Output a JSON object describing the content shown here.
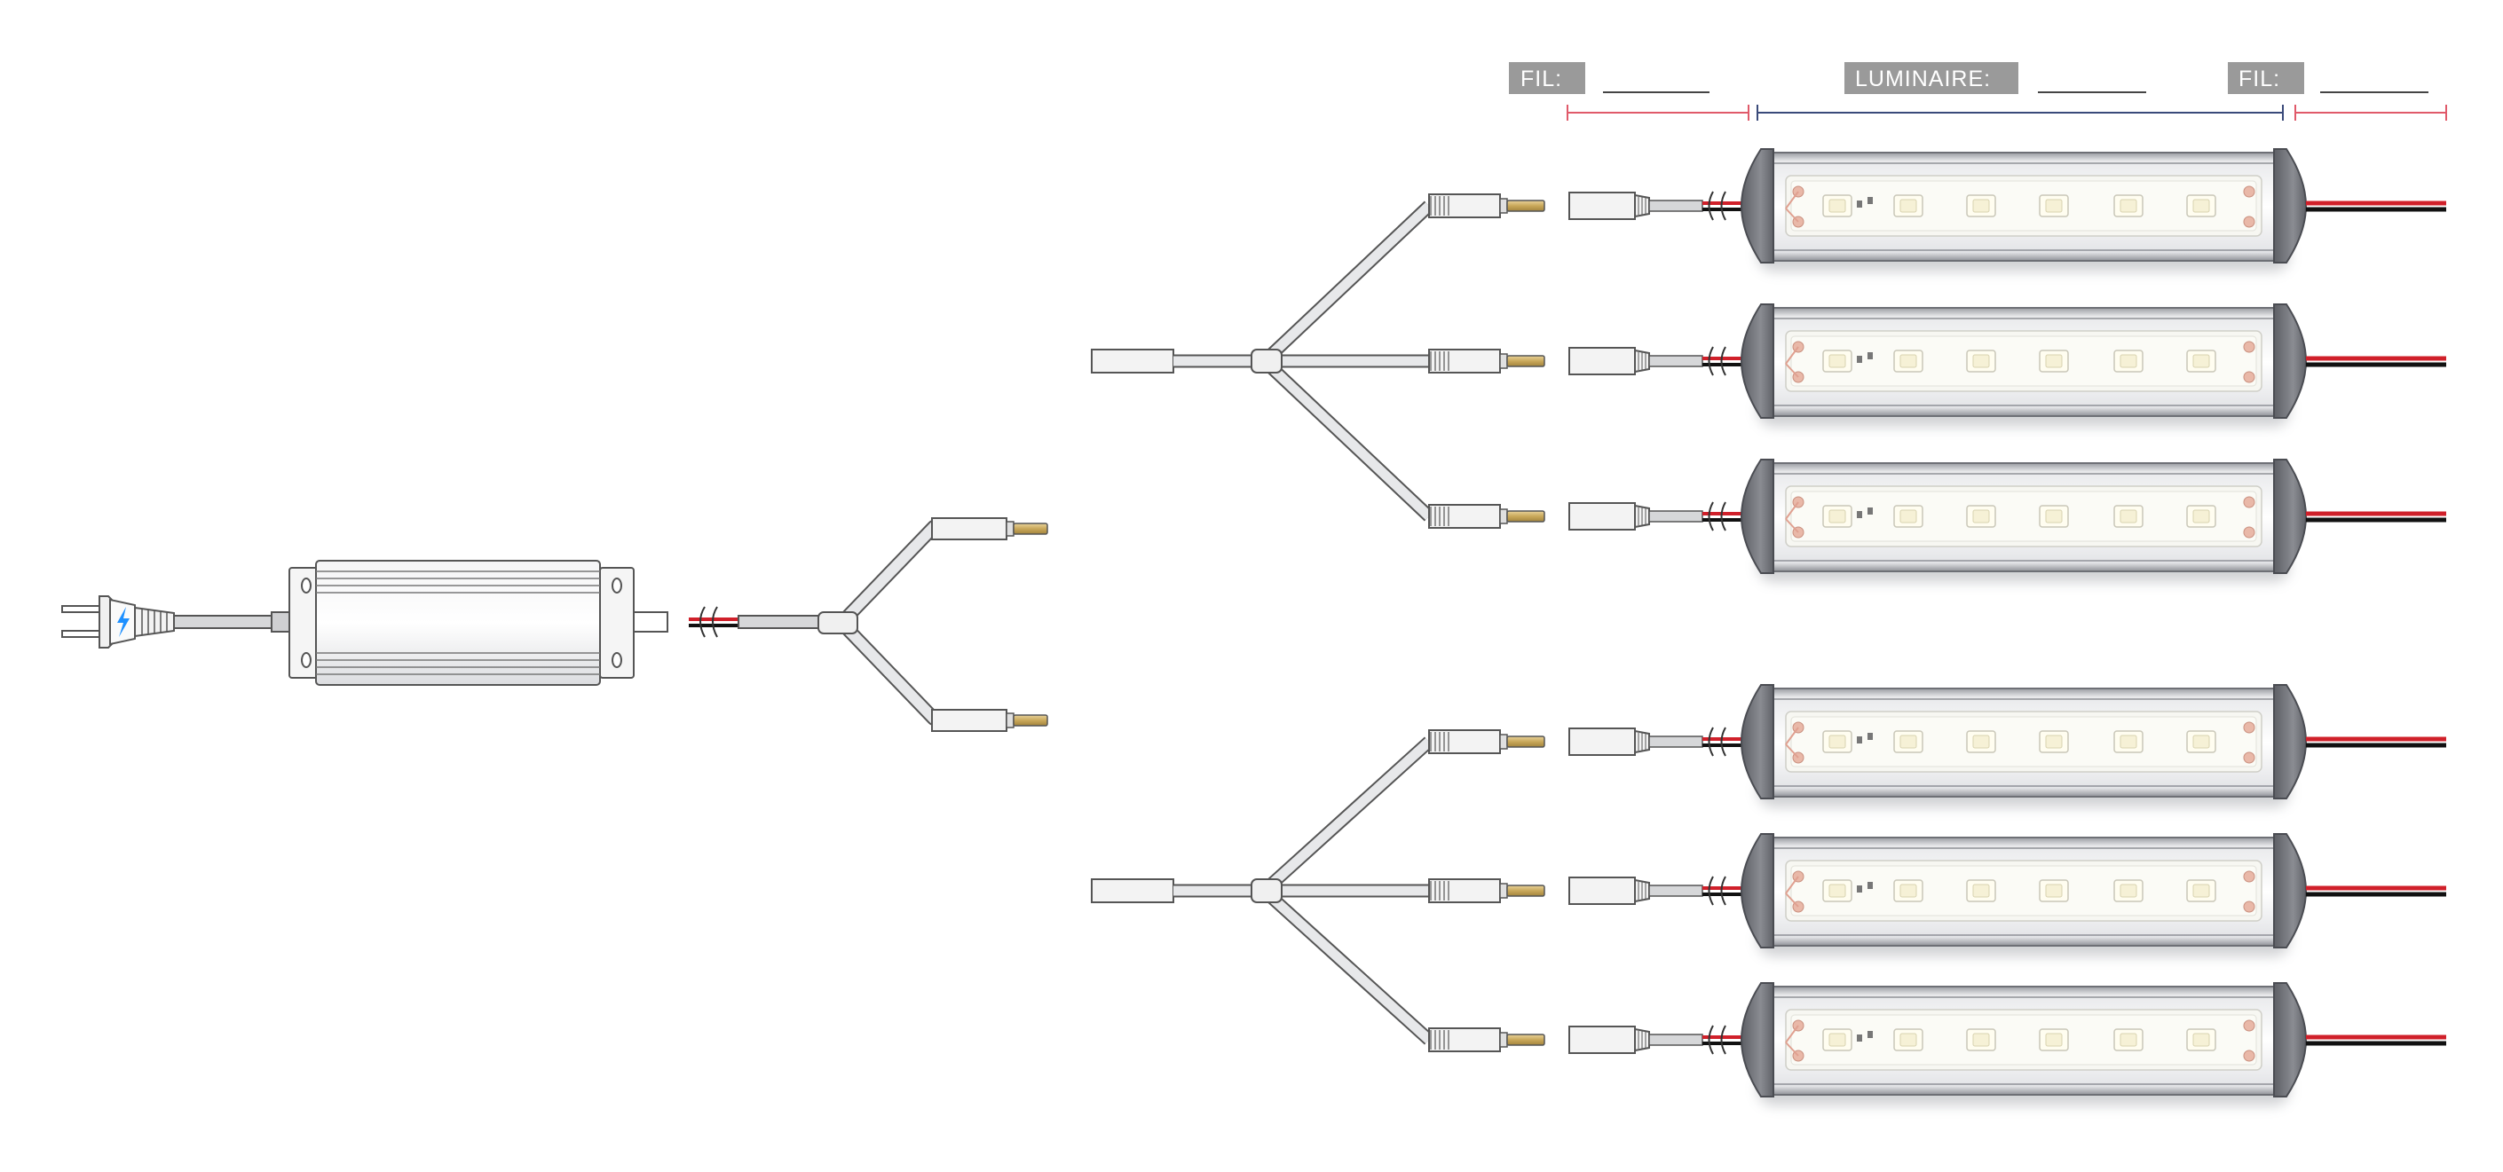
{
  "header": {
    "wire_left_label": "FIL:",
    "fixture_label": "LUMINAIRE:",
    "wire_right_label": "FIL:"
  },
  "colors": {
    "header_tag": "#9a9a9a",
    "wire_dimension": "#e05a6a",
    "fixture_dimension": "#3a4a7a",
    "wire_red": "#d0202a",
    "wire_black": "#111111",
    "cable_gray": "#cfd0d2",
    "cable_outline": "#555555",
    "barrel_tip": "#c9a85a",
    "housing_dark": "#6e7076",
    "housing_light": "#e8e9eb",
    "led_body": "#f7f7f2",
    "plug_icon": "#1e90ff"
  },
  "components": {
    "power_plug": {
      "icon": "lightning-bolt-icon"
    },
    "driver": {
      "name": "power-supply"
    },
    "y_splitter_main": {
      "outputs": 2
    },
    "splitters": [
      {
        "outputs": 3
      },
      {
        "outputs": 3
      }
    ],
    "fixture_count": 6
  }
}
